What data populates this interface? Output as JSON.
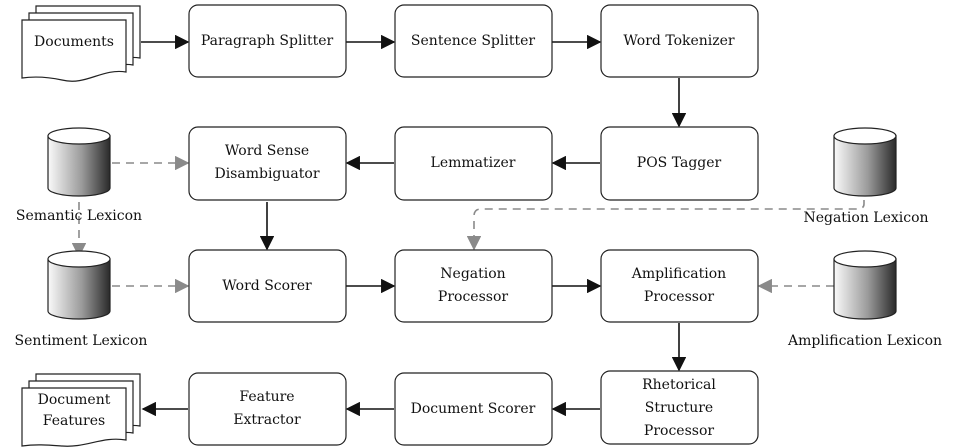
{
  "process_boxes": {
    "paragraph_splitter": [
      "Paragraph Splitter"
    ],
    "sentence_splitter": [
      "Sentence Splitter"
    ],
    "word_tokenizer": [
      "Word Tokenizer"
    ],
    "pos_tagger": [
      "POS Tagger"
    ],
    "lemmatizer": [
      "Lemmatizer"
    ],
    "word_sense_disambiguator": [
      "Word Sense",
      "Disambiguator"
    ],
    "word_scorer": [
      "Word Scorer"
    ],
    "negation_processor": [
      "Negation",
      "Processor"
    ],
    "amplification_processor": [
      "Amplification",
      "Processor"
    ],
    "rhetorical_structure_processor": [
      "Rhetorical",
      "Structure",
      "Processor"
    ],
    "document_scorer": [
      "Document Scorer"
    ],
    "feature_extractor": [
      "Feature",
      "Extractor"
    ]
  },
  "documents": {
    "input": [
      "Documents"
    ],
    "output": [
      "Document",
      "Features"
    ]
  },
  "lexicons": {
    "semantic": "Semantic Lexicon",
    "sentiment": "Sentiment Lexicon",
    "negation": "Negation Lexicon",
    "amplification": "Amplification Lexicon"
  }
}
